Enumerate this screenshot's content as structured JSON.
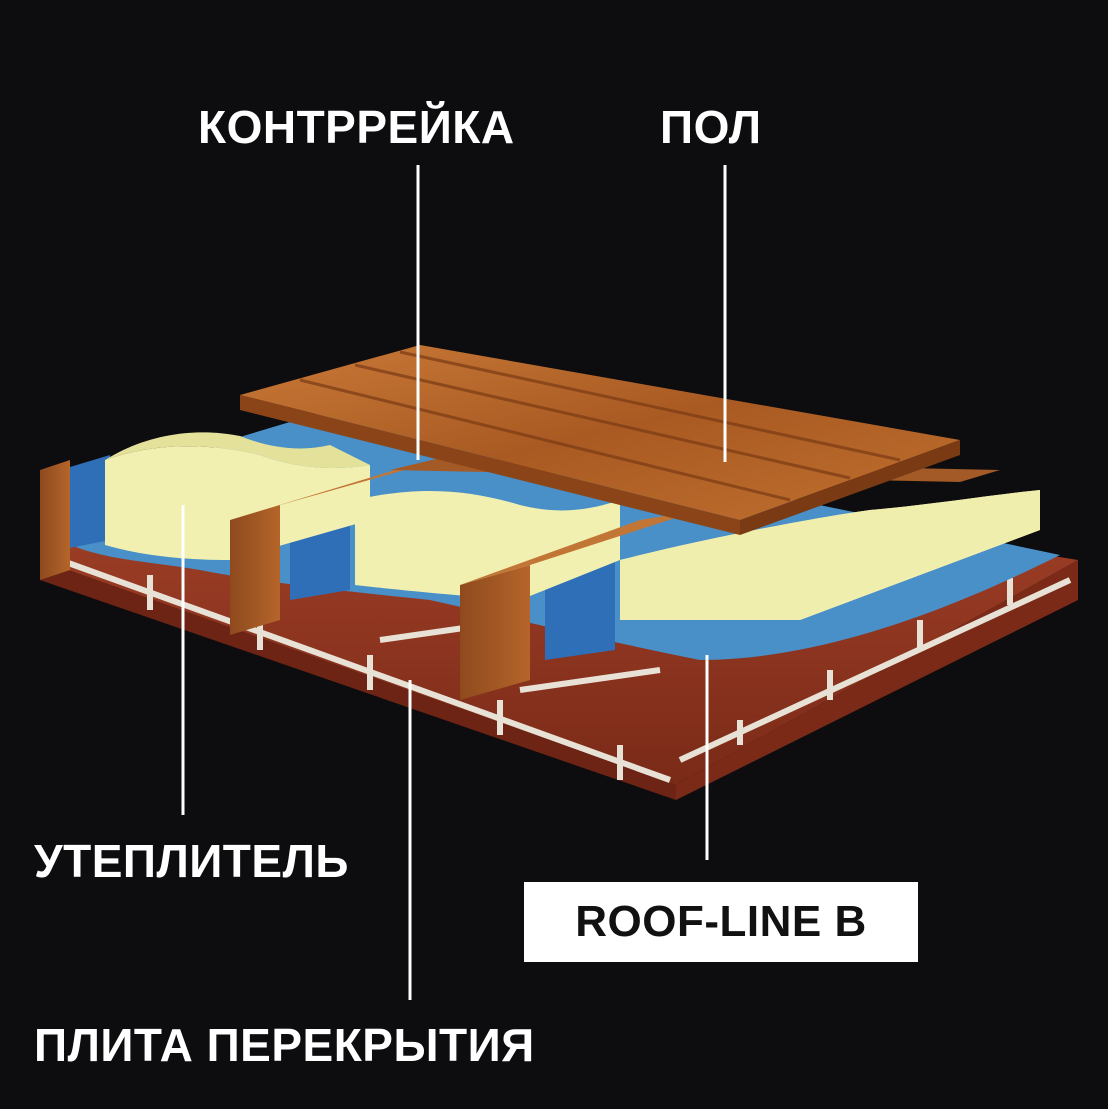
{
  "labels": {
    "counter_batten": "КОНТРРЕЙКА",
    "floor": "ПОЛ",
    "insulation": "УТЕПЛИТЕЛЬ",
    "membrane": "ROOF-LINE B",
    "slab": "ПЛИТА ПЕРЕКРЫТИЯ"
  },
  "colors": {
    "background": "#0d0d10",
    "brick": "#9a3a22",
    "mortar": "#e8e2d6",
    "membrane": "#4a90c8",
    "insulation": "#f2f0b0",
    "wood": "#b5652a",
    "leader_line": "#ffffff"
  }
}
